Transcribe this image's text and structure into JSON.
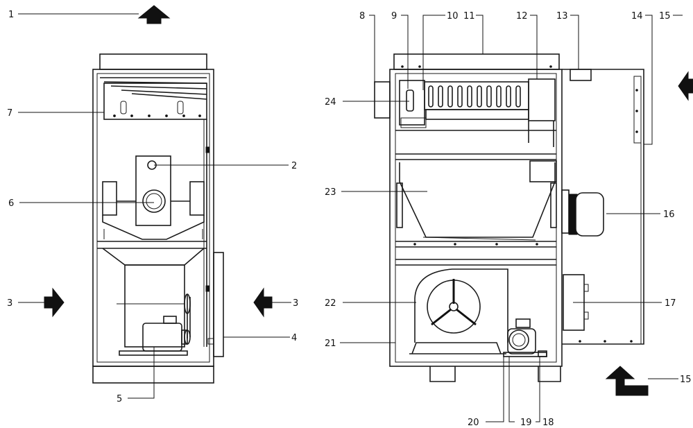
{
  "callouts": {
    "c1": "1",
    "c2": "2",
    "c3l": "3",
    "c3r": "3",
    "c4": "4",
    "c5": "5",
    "c6": "6",
    "c7": "7",
    "c8": "8",
    "c9": "9",
    "c10": "10",
    "c11": "11",
    "c12": "12",
    "c13": "13",
    "c14": "14",
    "c15t": "15",
    "c15b": "15",
    "c16": "16",
    "c17": "17",
    "c18": "18",
    "c19": "19",
    "c20": "20",
    "c21": "21",
    "c22": "22",
    "c23": "23",
    "c24": "24"
  },
  "colors": {
    "line": "#1a1a1a",
    "fill": "#ffffff",
    "dark": "#111111"
  }
}
